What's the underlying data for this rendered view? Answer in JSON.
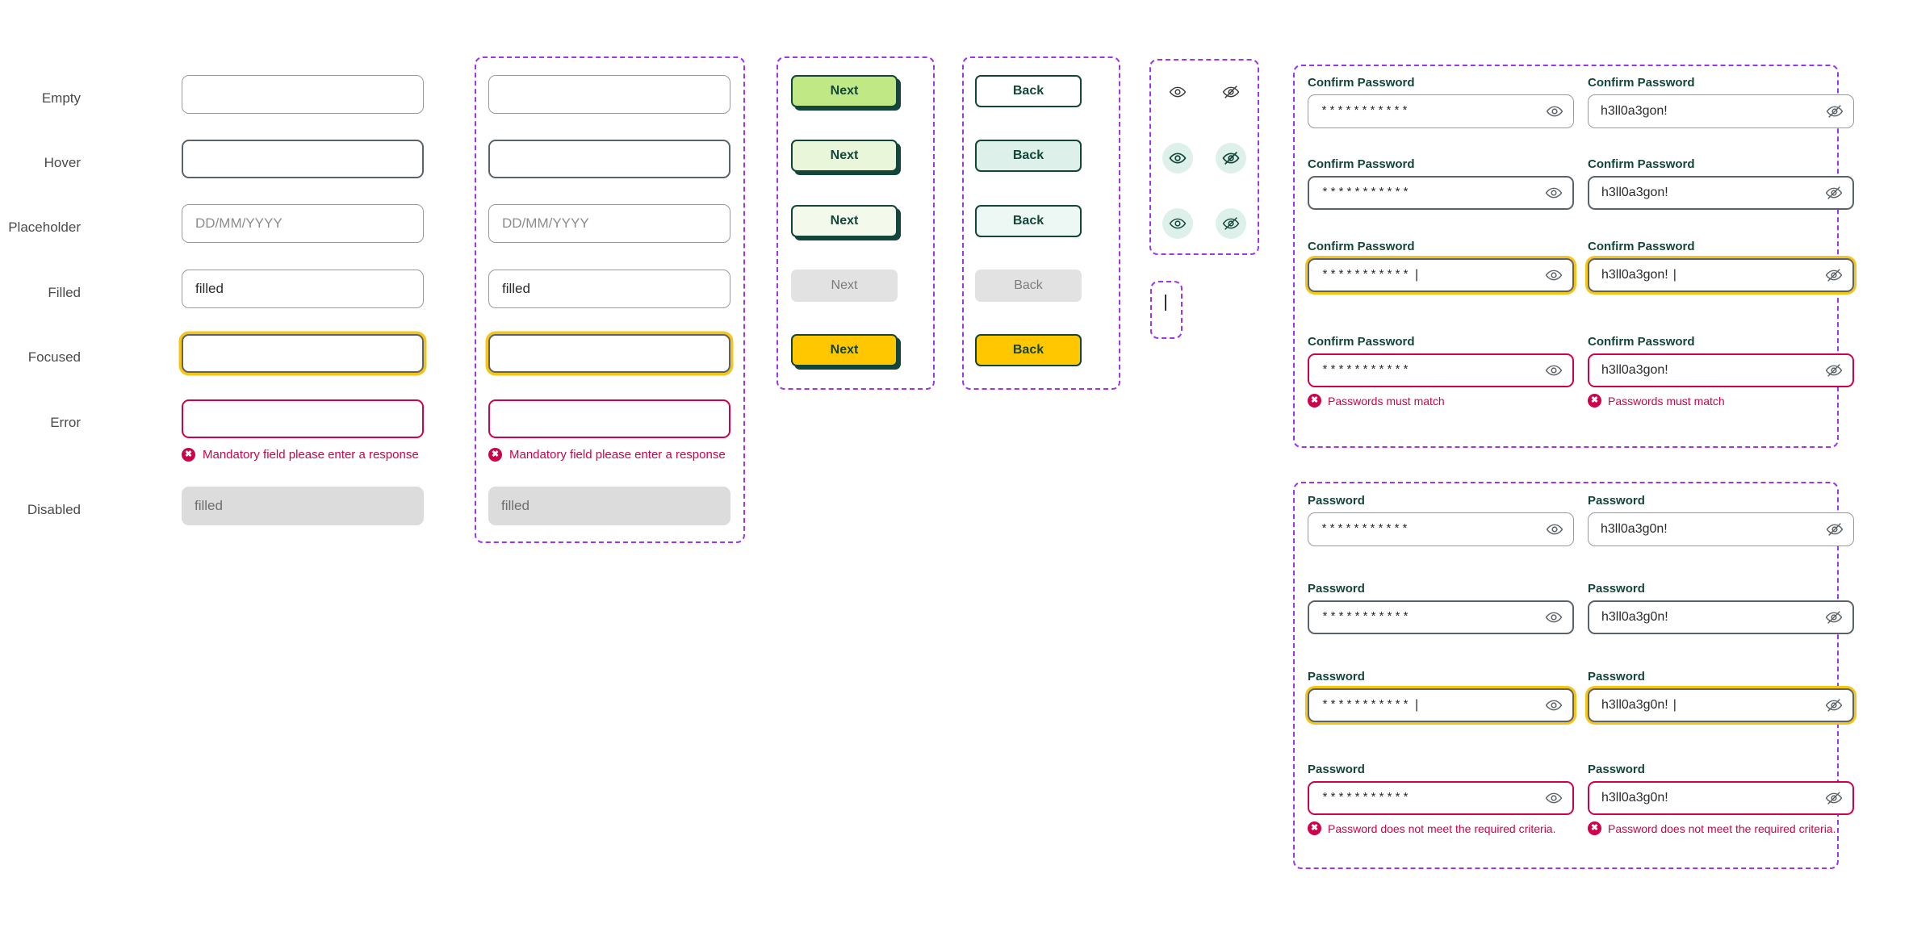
{
  "row_labels": [
    "Empty",
    "Hover",
    "Placeholder",
    "Filled",
    "Focused",
    "Error",
    "Disabled"
  ],
  "text_inputs": {
    "placeholder_text": "DD/MM/YYYY",
    "filled_value": "filled",
    "disabled_value": "filled",
    "error_message": "Mandatory field please enter a response",
    "error_icon": "error-circle-x-icon"
  },
  "buttons": {
    "primary": {
      "label": "Next",
      "states": [
        "default",
        "hover",
        "active",
        "disabled",
        "focused"
      ]
    },
    "secondary": {
      "label": "Back",
      "states": [
        "default",
        "hover",
        "active",
        "disabled",
        "focused"
      ]
    }
  },
  "eye_toggles": {
    "show_icon": "eye-icon",
    "hide_icon": "eye-slash-icon",
    "states": [
      "default",
      "hover",
      "active"
    ]
  },
  "confirm_password": {
    "label": "Confirm Password",
    "masked_value": "***********",
    "visible_value": "h3ll0a3gon!",
    "caret": "|",
    "error_message": "Passwords must match",
    "error_icon": "error-circle-x-icon",
    "states": [
      "default",
      "hover",
      "focused",
      "error"
    ]
  },
  "password": {
    "label": "Password",
    "masked_value": "***********",
    "visible_value": "h3ll0a3g0n!",
    "caret": "|",
    "error_message": "Password does not meet the required criteria.",
    "error_icon": "error-circle-x-icon",
    "states": [
      "default",
      "hover",
      "focused",
      "error"
    ]
  },
  "colors": {
    "annotation": "#9B35EE",
    "error": "#D0004B",
    "focus": "#F5C518",
    "brand_green": "#13453A",
    "primary_fill": "#C0E884",
    "focus_fill": "#FFC700",
    "disabled_fill": "#E2E2E2"
  }
}
